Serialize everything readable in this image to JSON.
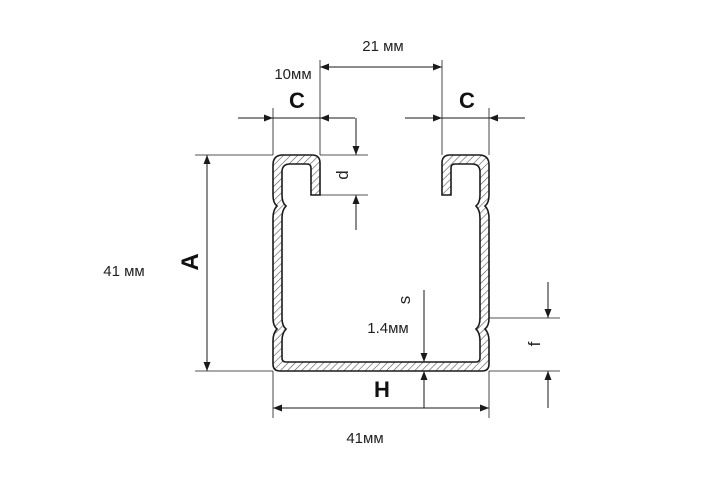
{
  "labels": {
    "width_top": "21 мм",
    "slot_width": "10мм",
    "flange_left": "C",
    "flange_right": "C",
    "depth_d": "d",
    "height_A": "A",
    "height_value": "41 мм",
    "thickness_s": "s",
    "thickness_value": "1.4мм",
    "offset_f": "f",
    "base_H": "H",
    "width_bottom": "41мм"
  },
  "colors": {
    "profile_outline": "#1a1a1a",
    "hatch": "#555555",
    "profile_fill": "#ffffff"
  }
}
